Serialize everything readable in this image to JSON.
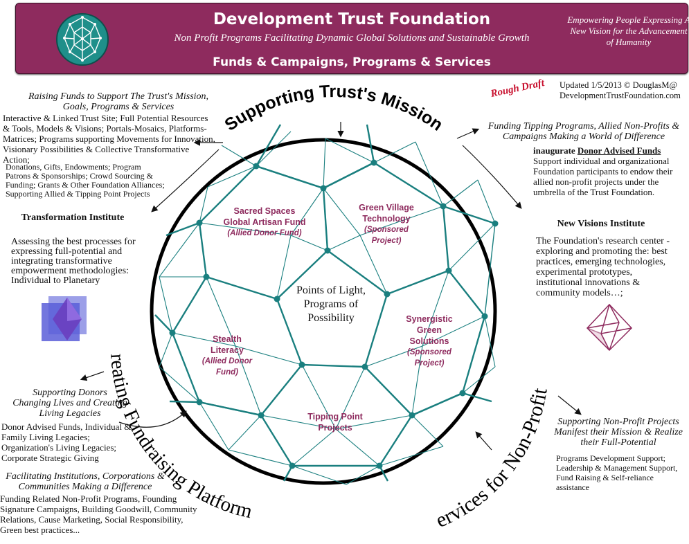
{
  "header": {
    "title": "Development Trust Foundation",
    "subtitle": "Non Profit Programs Facilitating Dynamic Global Solutions and Sustainable Growth",
    "tagline": "Funds & Campaigns, Programs & Services",
    "motto": "Empowering People Expressing A New Vision for the Advancement of Humanity",
    "bg_color": "#8e2b5e"
  },
  "status": {
    "rough_draft": "Rough Draft",
    "updated": "Updated 1/5/2013 ©  DouglasM@",
    "site": "DevelopmentTrustFoundation.com"
  },
  "arcs": {
    "top": "Supporting Trust's Mission",
    "left": "Creating Fundraising Platforms",
    "right": "Services for Non-Profits"
  },
  "left_panel": {
    "raising_title": "Raising Funds to Support The Trust's Mission, Goals, Programs & Services",
    "raising_body": "Interactive & Linked Trust Site; Full Potential Resources & Tools, Models & Visions; Portals-Mosaics, Platforms-Matrices; Programs supporting Movements for Innovation, Visionary Possibilities & Collective Transformative Action;",
    "raising_list": "Donations, Gifts, Endowments; Program Patrons & Sponsorships; Crowd Sourcing & Funding; Grants & Other Foundation Alliances; Supporting Allied & Tipping Point Projects",
    "transformation_title": "Transformation Institute",
    "transformation_body": "Assessing the best processes for expressing full-potential and integrating transformative empowerment methodologies: Individual to Planetary",
    "donors_title": "Supporting Donors Changing Lives and Creating Living Legacies",
    "donors_body": "Donor Advised Funds, Individual & Family Living Legacies; Organization's Living Legacies; Corporate Strategic Giving",
    "facilitating_title": "Facilitating Institutions, Corporations & Communities Making a Difference",
    "facilitating_body": "Funding Related Non-Profit Programs, Founding Signature Campaigns, Building Goodwill, Community Relations, Cause Marketing, Social Responsibility, Green best practices..."
  },
  "right_panel": {
    "funding_title": "Funding Tipping Programs, Allied Non-Profits & Campaigns Making a World of Difference",
    "daf_prefix": "inaugurate",
    "daf_link": "Donor Advised Funds",
    "daf_body": "Support individual and organizational Foundation participants to endow their allied non-profit projects under the umbrella of the Trust Foundation.",
    "new_visions_title": "New Visions Institute",
    "new_visions_body": "The Foundation's research center - exploring and promoting the: best practices, emerging technologies, experimental prototypes, institutional innovations & community models…;",
    "support_np_title": "Supporting Non-Profit Projects Manifest their Mission & Realize their Full-Potential",
    "support_np_body": "Programs Development Support; Leadership & Management Support, Fund Raising & Self-reliance assistance"
  },
  "dome": {
    "center": "Points of Light, Programs of Possibility",
    "line_color": "#1a7f7f",
    "cells": [
      {
        "title": "Sacred Spaces Global Artisan Fund",
        "sub": "(Allied Donor Fund)"
      },
      {
        "title": "Green Village Technology",
        "sub": "(Sponsored Project)"
      },
      {
        "title": "Stealth Literacy",
        "sub": "(Allied Donor Fund)"
      },
      {
        "title": "Synergistic Green Solutions",
        "sub": "(Sponsored Project)"
      },
      {
        "title": "Tipping Point Projects",
        "sub": ""
      }
    ]
  }
}
